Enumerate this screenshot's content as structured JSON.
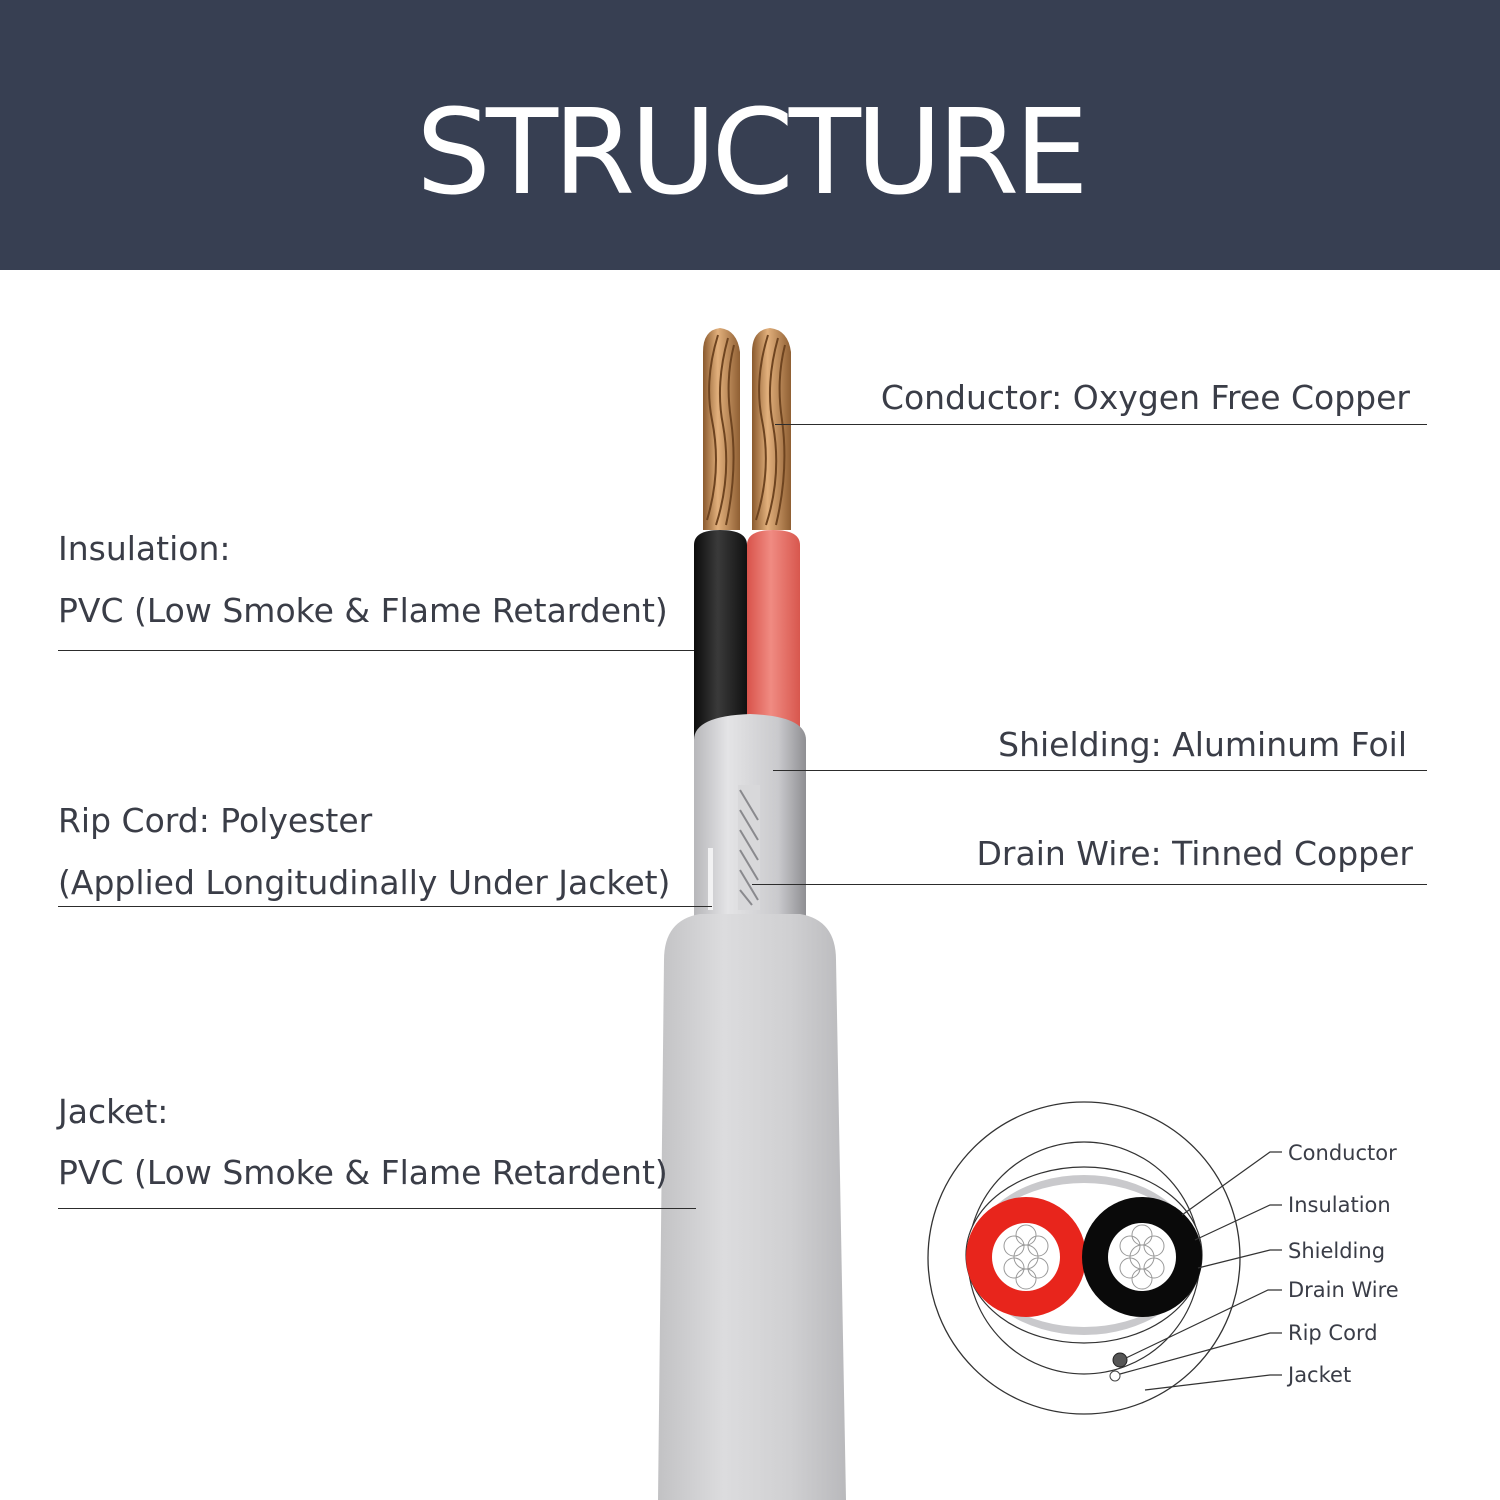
{
  "header": {
    "title": "STRUCTURE"
  },
  "callouts": {
    "conductor": "Conductor: Oxygen Free Copper",
    "insulation_title": "Insulation:",
    "insulation_material": "PVC (Low Smoke & Flame Retardent)",
    "shielding": "Shielding: Aluminum Foil",
    "rip_cord_title": "Rip Cord: Polyester",
    "rip_cord_note": "(Applied Longitudinally Under Jacket)",
    "drain_wire": "Drain Wire: Tinned Copper",
    "jacket_title": "Jacket:",
    "jacket_material": "PVC (Low Smoke & Flame Retardent)"
  },
  "cross_section": {
    "labels": [
      "Conductor",
      "Insulation",
      "Shielding",
      "Drain Wire",
      "Rip Cord",
      "Jacket"
    ]
  },
  "colors": {
    "header_bg": "#373f52",
    "copper": "#c48a55",
    "black_insulation": "#1e1e1e",
    "red_insulation": "#e4665e",
    "foil": "#c9c9cc",
    "jacket": "#d3d3d5",
    "cross_red": "#e8251c"
  }
}
